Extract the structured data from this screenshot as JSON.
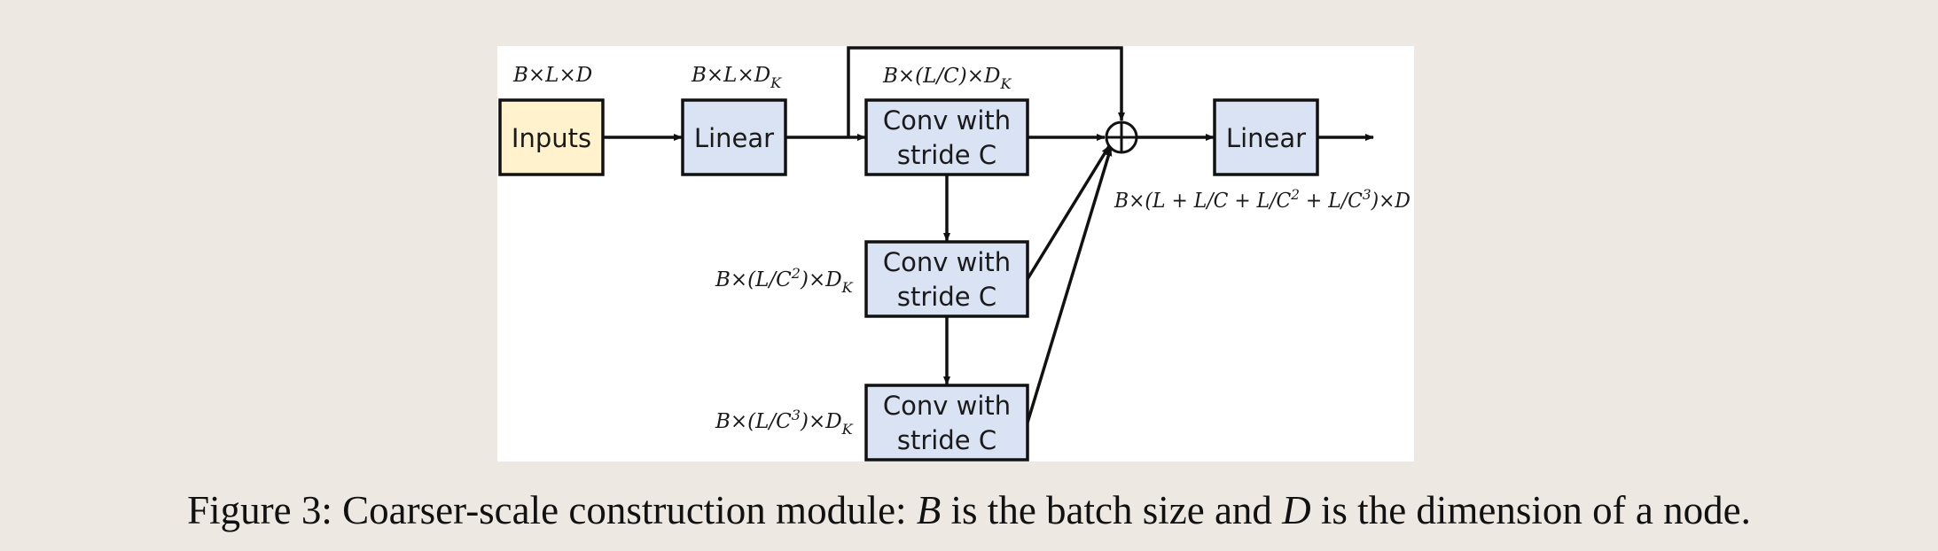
{
  "diagram": {
    "boxes": {
      "inputs": "Inputs",
      "linear_in": "Linear",
      "conv1": [
        "Conv with",
        "stride C"
      ],
      "conv2": [
        "Conv with",
        "stride C"
      ],
      "conv3": [
        "Conv with",
        "stride C"
      ],
      "linear_out": "Linear"
    },
    "colors": {
      "inputs_fill": "#fff2cc",
      "block_fill": "#dae3f3",
      "stroke": "#111111"
    },
    "dims": {
      "inputs": {
        "base": "B×L×D",
        "sub": ""
      },
      "linear_in": {
        "base": "B×L×D",
        "sub": "K"
      },
      "conv1": {
        "pre": "B×(L/C)×D",
        "sub": "K"
      },
      "conv2": {
        "pre": "B×(L/C",
        "sup": "2",
        "mid": ")×D",
        "sub": "K"
      },
      "conv3": {
        "pre": "B×(L/C",
        "sup": "3",
        "mid": ")×D",
        "sub": "K"
      },
      "output": {
        "p1": "B×(L + L/C + L/C",
        "s1": "2",
        "p2": " + L/C",
        "s2": "3",
        "p3": ")×D"
      }
    }
  },
  "caption": {
    "prefix": "Figure 3: Coarser-scale construction module: ",
    "var_b": "B",
    "middle": " is the batch size and ",
    "var_d": "D",
    "suffix": " is the dimension of a node."
  }
}
